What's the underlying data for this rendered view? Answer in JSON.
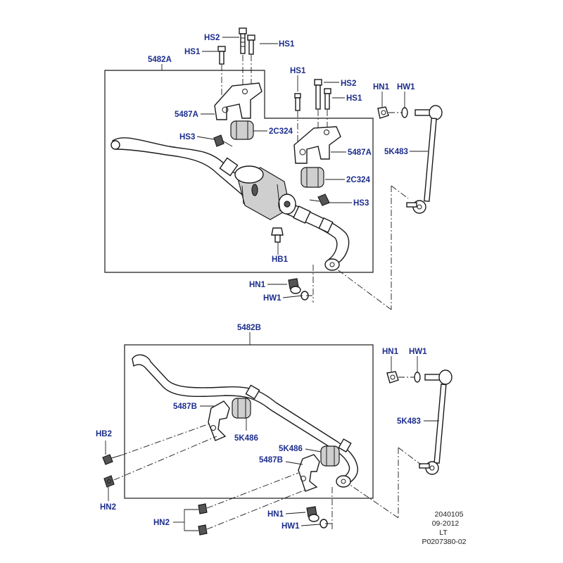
{
  "colors": {
    "label": "#1c2d8c",
    "lines": "#1a1a1a",
    "background": "#ffffff"
  },
  "top_assembly": {
    "title": "5482A",
    "labels": {
      "hs2_a": "HS2",
      "hs1_a": "HS1",
      "hs1_b": "HS1",
      "hs1_c": "HS1",
      "hs2_b": "HS2",
      "hs1_d": "HS1",
      "hn1": "HN1",
      "hw1": "HW1",
      "p5487a_left": "5487A",
      "hs3_left": "HS3",
      "p2c324_a": "2C324",
      "p5487a_right": "5487A",
      "p5k483": "5K483",
      "p2c324_b": "2C324",
      "hs3_right": "HS3",
      "hb1": "HB1",
      "hn1_bottom": "HN1",
      "hw1_bottom": "HW1"
    }
  },
  "bottom_assembly": {
    "title": "5482B",
    "labels": {
      "hn1": "HN1",
      "hw1": "HW1",
      "p5487b_a": "5487B",
      "p5k483": "5K483",
      "hb2": "HB2",
      "p5k486_a": "5K486",
      "p5k486_b": "5K486",
      "p5487b_b": "5487B",
      "hn2_a": "HN2",
      "hn2_b": "HN2",
      "hn1_bottom": "HN1",
      "hw1_bottom": "HW1"
    }
  },
  "reference": {
    "code": "2040105",
    "date": "09-2012",
    "lt": "LT",
    "illustration": "P0207380-02"
  }
}
